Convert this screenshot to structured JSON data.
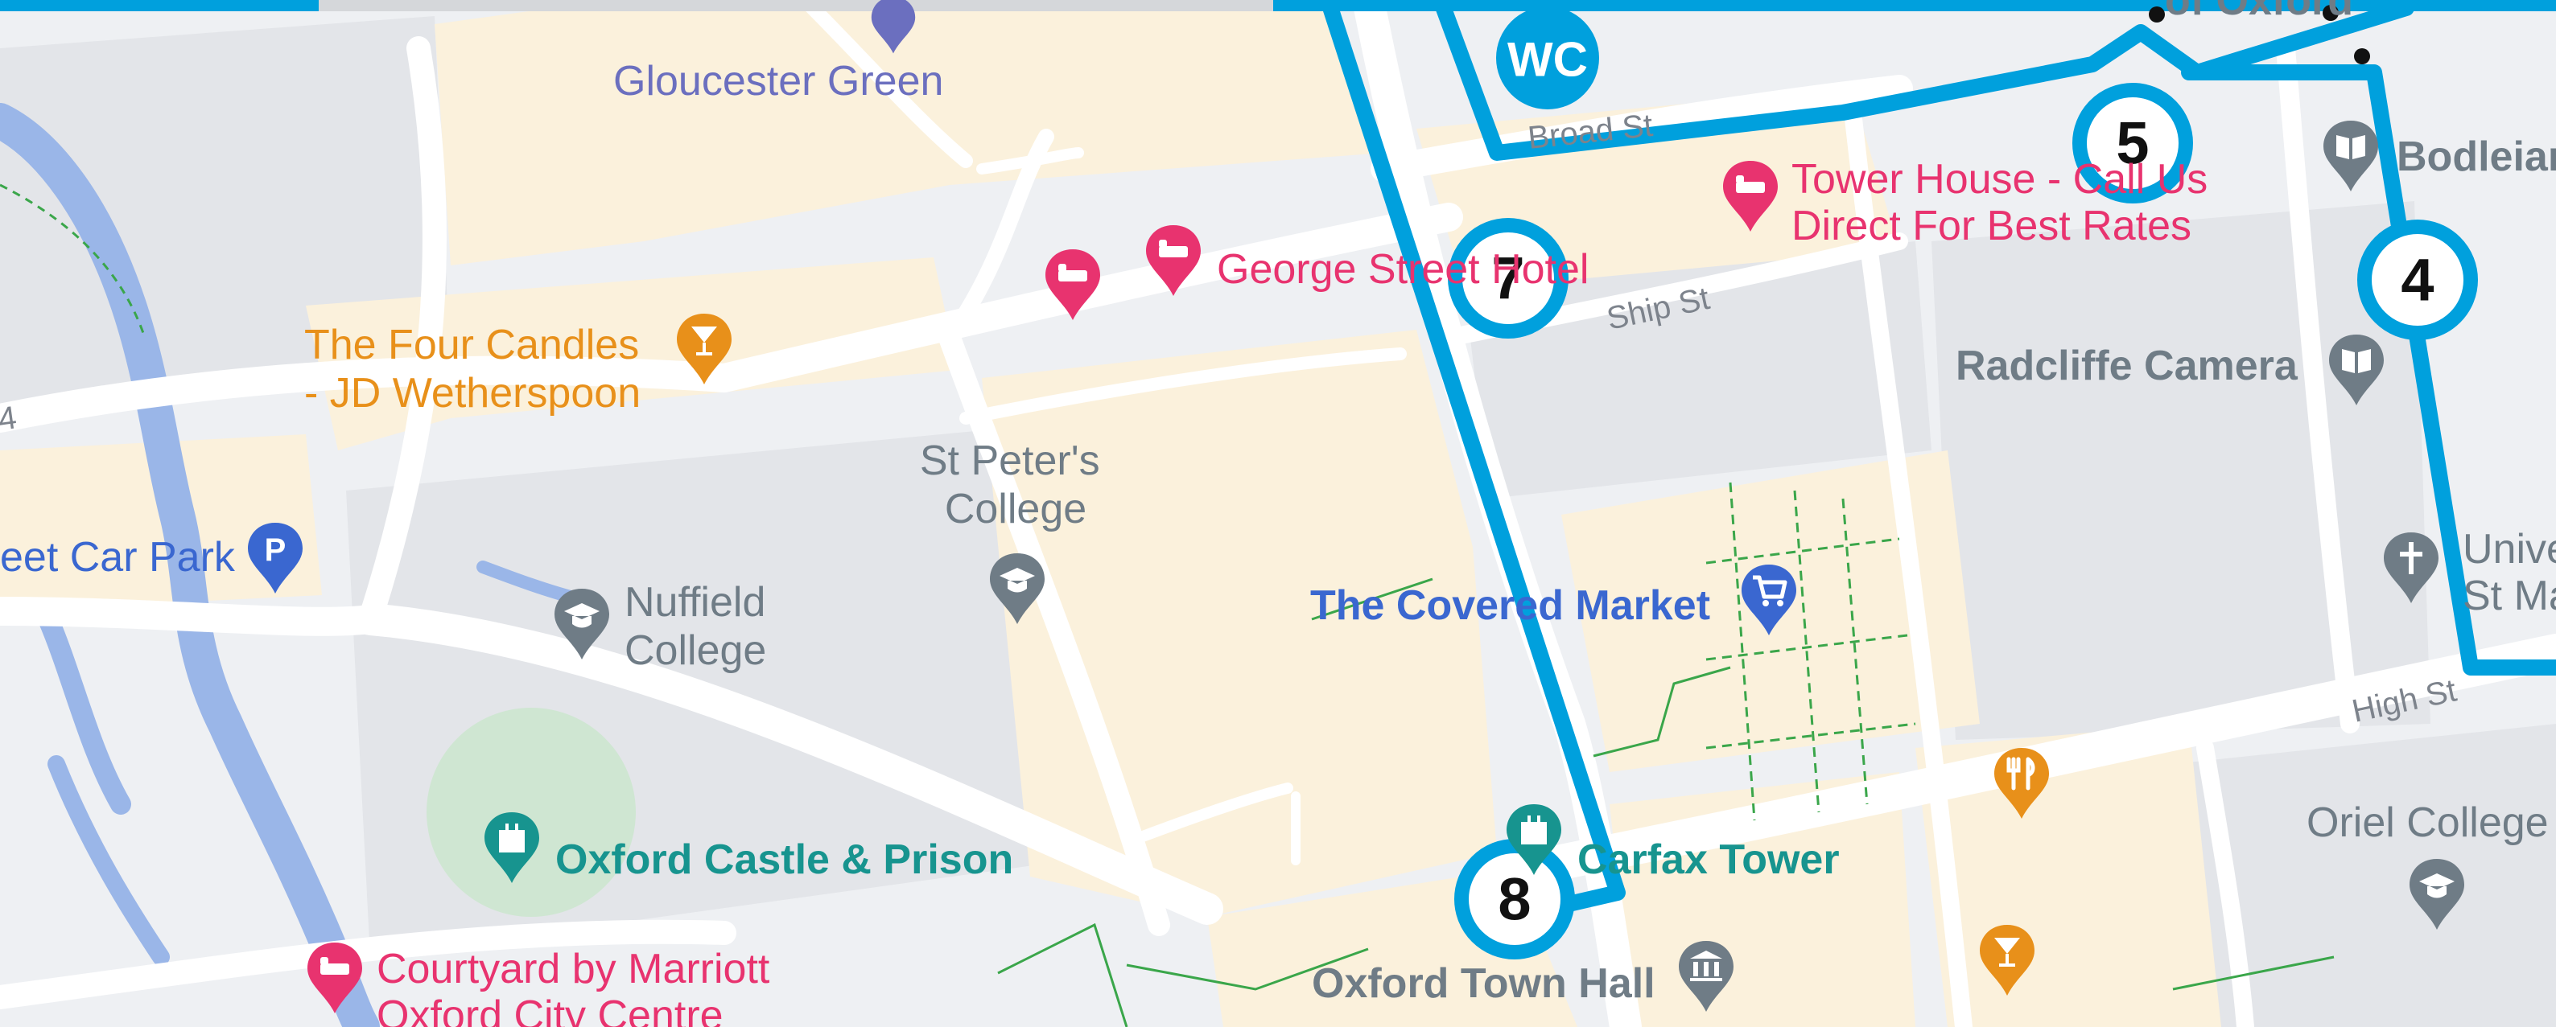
{
  "colors": {
    "route": "#00a0dd",
    "water": "#9ab6e8",
    "building_tan": "#fbf1dc",
    "road": "#ffffff",
    "block_grey": "#e3e5e9",
    "lodging": "#e8336f",
    "food": "#e8901a",
    "attraction": "#17948f",
    "shopping": "#3a67d0",
    "place_purple": "#6b6fbf",
    "poi_grey": "#6f7c86",
    "green_path": "#3aa64a",
    "park": "#cfe6d2"
  },
  "places": {
    "gloucester_green": "Gloucester Green",
    "four_candles": "The Four Candles\n- JD Wetherspoon",
    "car_park": "eet Car Park",
    "nuffield_college": "Nuffield\nCollege",
    "st_peters_college": "St Peter's\nCollege",
    "george_street_hotel": "George Street Hotel",
    "tower_house": "Tower House - Call Us\nDirect For Best Rates",
    "bodleian": "Bodleian",
    "radcliffe_camera": "Radcliffe Camera",
    "university_church": "Unive\nSt Ma",
    "covered_market": "The Covered Market",
    "oxford_castle": "Oxford Castle & Prison",
    "carfax_tower": "Carfax Tower",
    "courtyard_marriott": "Courtyard by Marriott\nOxford City Centre",
    "oxford_town_hall": "Oxford Town Hall",
    "oriel_college": "Oriel College",
    "museum_of_oxford_fragment": "of Oxford"
  },
  "streets": {
    "broad_st": "Broad St",
    "ship_st": "Ship St",
    "high_st": "High St",
    "a4_fragment": "4"
  },
  "route": {
    "wc_label": "WC",
    "stops": [
      "4",
      "5",
      "7",
      "8"
    ]
  },
  "icons": {
    "lodging": "bed-icon",
    "bar": "cocktail-icon",
    "restaurant": "fork-knife-icon",
    "parking": "parking-icon",
    "university": "graduation-cap-icon",
    "library": "book-icon",
    "church": "cross-icon",
    "shopping": "cart-icon",
    "castle": "tower-icon",
    "town_hall": "columns-icon",
    "transit": "pin-icon"
  }
}
